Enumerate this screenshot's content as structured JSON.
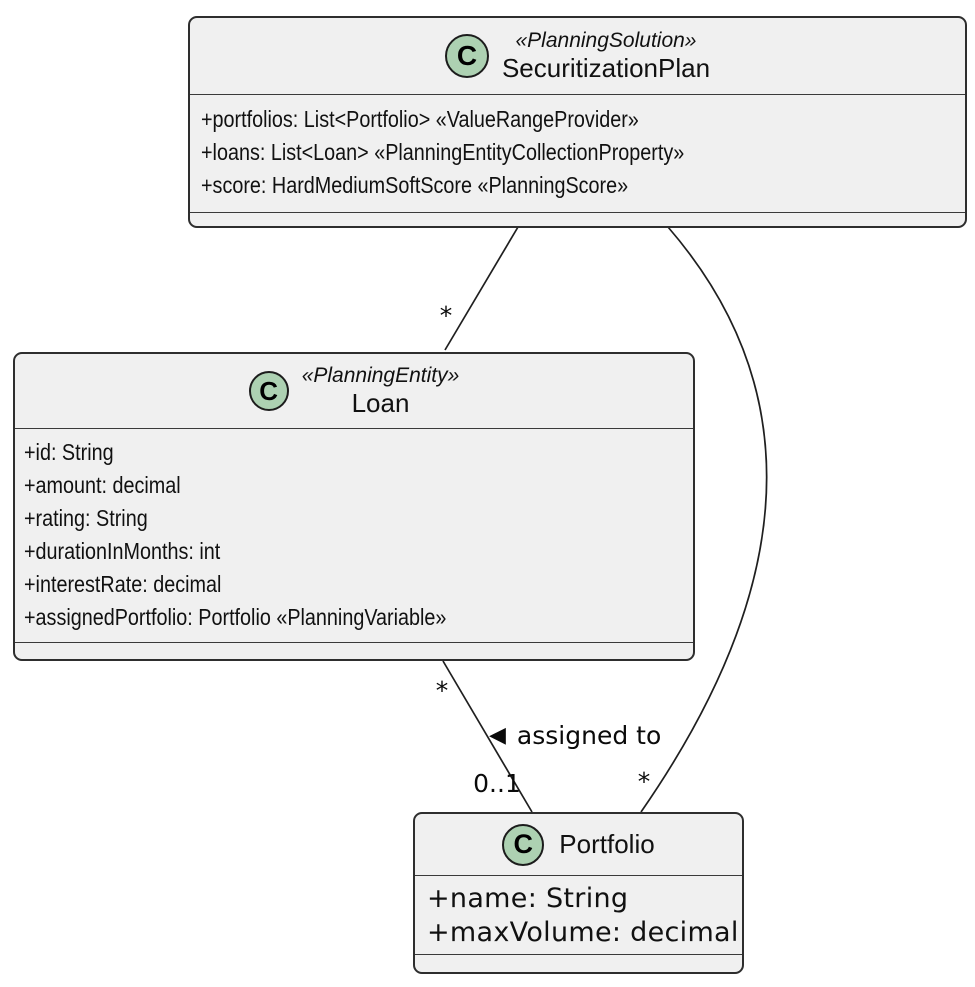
{
  "diagram": {
    "type": "uml-class-diagram",
    "classes": [
      {
        "id": "securitization-plan",
        "icon_letter": "C",
        "stereotype": "«PlanningSolution»",
        "name": "SecuritizationPlan",
        "attributes": [
          "+portfolios: List<Portfolio> «ValueRangeProvider»",
          "+loans: List<Loan> «PlanningEntityCollectionProperty»",
          "+score: HardMediumSoftScore «PlanningScore»"
        ]
      },
      {
        "id": "loan",
        "icon_letter": "C",
        "stereotype": "«PlanningEntity»",
        "name": "Loan",
        "attributes": [
          "+id: String",
          "+amount: decimal",
          "+rating: String",
          "+durationInMonths: int",
          "+interestRate: decimal",
          "+assignedPortfolio: Portfolio «PlanningVariable»"
        ]
      },
      {
        "id": "portfolio",
        "icon_letter": "C",
        "stereotype": "",
        "name": "Portfolio",
        "attributes": [
          "+name: String",
          "+maxVolume: decimal"
        ]
      }
    ],
    "edges": {
      "plan_loan": {
        "from": "SecuritizationPlan",
        "to": "Loan",
        "target_multiplicity": "*"
      },
      "loan_portfolio": {
        "from": "Loan",
        "to": "Portfolio",
        "label": "assigned to",
        "arrow_glyph": "◀",
        "source_multiplicity": "*",
        "target_multiplicity": "0..1"
      },
      "plan_portfolio": {
        "from": "SecuritizationPlan",
        "to": "Portfolio",
        "target_multiplicity": "*"
      }
    },
    "colors": {
      "class_fill": "#f0f0f0",
      "class_border": "#2e2e2e",
      "icon_fill": "#add1b2",
      "icon_border": "#1c1c1c",
      "edge_line": "#1f1f1f",
      "background": "#ffffff",
      "text": "#111111"
    }
  }
}
